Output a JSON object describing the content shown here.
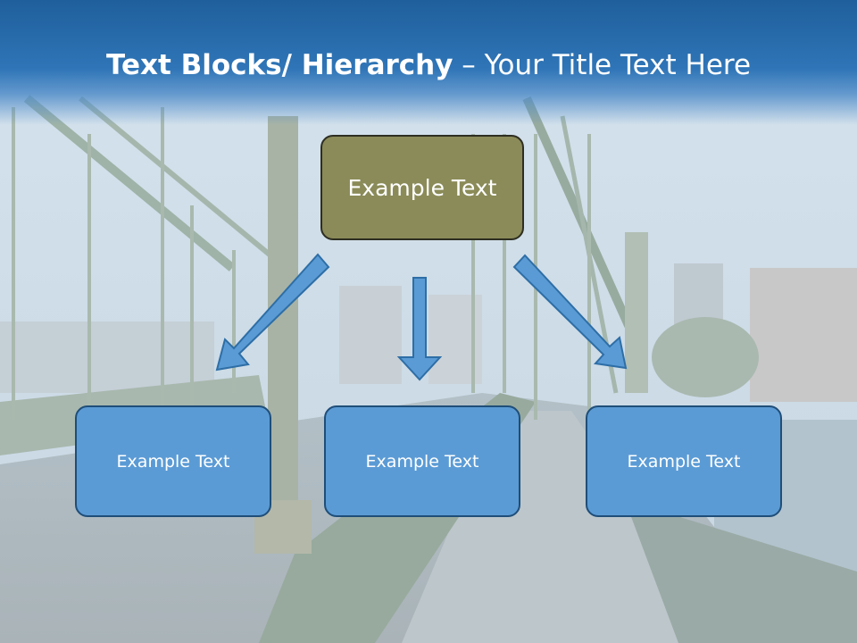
{
  "slide": {
    "title_bold": "Text Blocks/ Hierarchy",
    "title_rest": " – Your Title Text Here",
    "top_box": "Example Text",
    "boxes": [
      "Example Text",
      "Example Text",
      "Example Text"
    ]
  },
  "colors": {
    "title_band": "#2f75b7",
    "top_box_fill": "#8a8b58",
    "box_fill": "#5b9bd5",
    "box_border": "#1f4e79"
  }
}
